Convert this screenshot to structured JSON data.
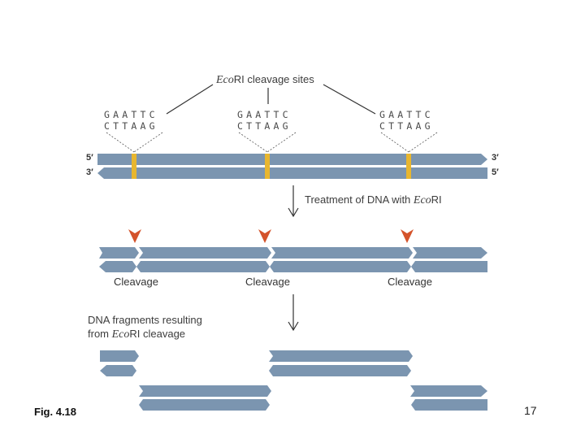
{
  "sites_label": {
    "italic": "Eco",
    "rest": "RI cleavage sites"
  },
  "sites": [
    {
      "top": "GAATTC",
      "bottom": "CTTAAG"
    },
    {
      "top": "GAATTC",
      "bottom": "CTTAAG"
    },
    {
      "top": "GAATTC",
      "bottom": "CTTAAG"
    }
  ],
  "ends": {
    "top_left": "5′",
    "bottom_left": "3′",
    "top_right": "3′",
    "bottom_right": "5′"
  },
  "step1": {
    "text": "Treatment of DNA with ",
    "italic": "Eco",
    "rest": "RI"
  },
  "cleavage_labels": [
    "Cleavage",
    "Cleavage",
    "Cleavage"
  ],
  "step2": {
    "line1": "DNA fragments resulting",
    "line2_start": "from ",
    "italic": "Eco",
    "rest": "RI cleavage"
  },
  "figure_label": "Fig. 4.18",
  "page_number": "17",
  "colors": {
    "strand": "#7b95b0",
    "site": "#e8b62f",
    "arrowhead": "#d4532b",
    "line": "#333333"
  }
}
